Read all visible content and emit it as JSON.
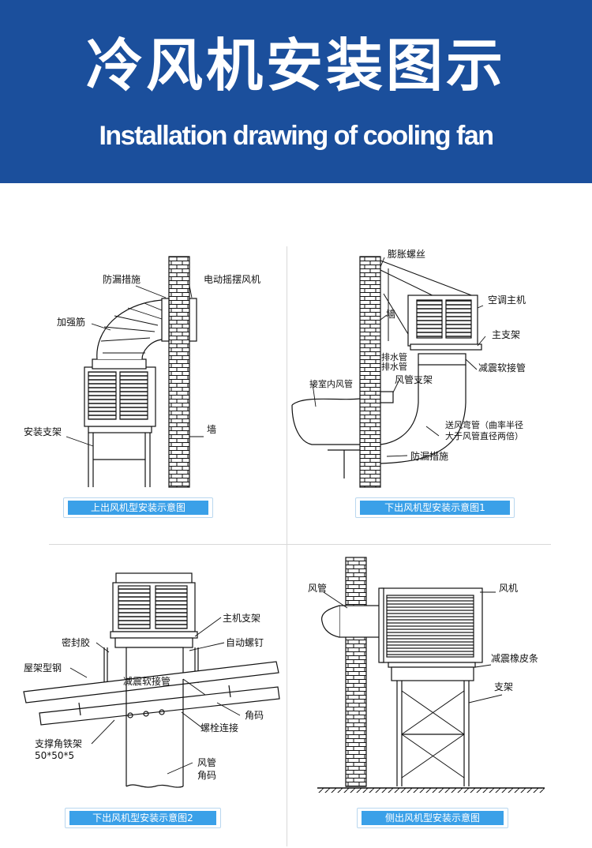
{
  "header": {
    "title_cn": "冷风机安装图示",
    "title_en": "Installation drawing of cooling fan",
    "background_color": "#1b4f9c"
  },
  "panels": [
    {
      "caption": "上出风机型安装示意图",
      "labels": {
        "leak_proof": "防漏措施",
        "motor_fan": "电动摇摆风机",
        "reinforce": "加强筋",
        "bracket": "安装支架",
        "wall": "墙"
      }
    },
    {
      "caption": "下出风机型安装示意图1",
      "labels": {
        "expansion_bolt": "膨胀螺丝",
        "ac_unit": "空调主机",
        "wall": "墙",
        "main_bracket": "主支架",
        "drain1": "排水管",
        "drain2": "排水管",
        "damping_joint": "减震软接管",
        "indoor_duct": "接室内风管",
        "duct_support": "风管支架",
        "elbow_line1": "送风弯管（曲率半径",
        "elbow_line2": "大于风管直径两倍）",
        "leak_proof": "防漏措施"
      }
    },
    {
      "caption": "下出风机型安装示意图2",
      "labels": {
        "main_bracket": "主机支架",
        "sealant": "密封胶",
        "self_screw": "自动螺钉",
        "roof_steel": "屋架型钢",
        "damping_joint": "减震软接管",
        "angle1": "角码",
        "bolt_joint": "螺栓连接",
        "support_angle": "支撑角铁架",
        "spec": "50*50*5",
        "duct": "风管",
        "angle2": "角码"
      }
    },
    {
      "caption": "侧出风机型安装示意图",
      "labels": {
        "duct": "风管",
        "fan": "风机",
        "rubber_strip": "减震橡皮条",
        "bracket": "支架"
      }
    }
  ],
  "colors": {
    "caption_fill": "#3aa0e8",
    "caption_border": "#b9d7ef",
    "line": "#111111"
  }
}
